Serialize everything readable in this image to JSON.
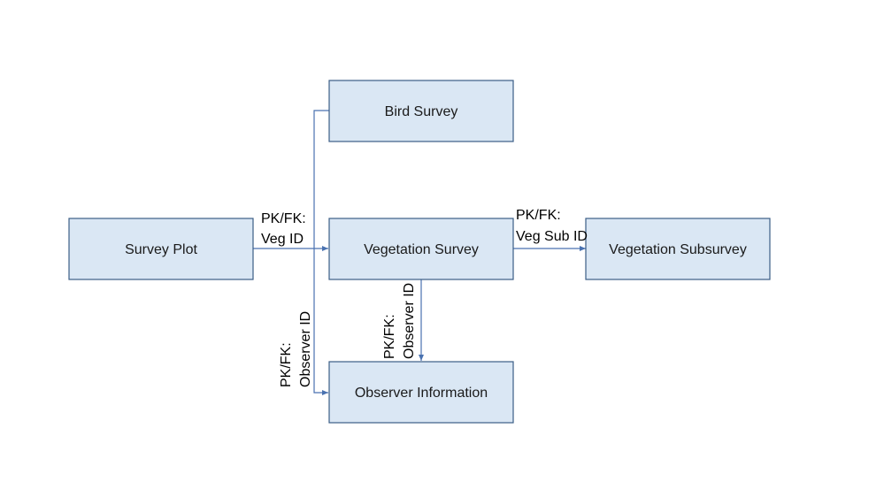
{
  "nodes": {
    "bird_survey": "Bird Survey",
    "survey_plot": "Survey Plot",
    "vegetation_survey": "Vegetation Survey",
    "vegetation_subsurvey": "Vegetation Subsurvey",
    "observer_information": "Observer Information"
  },
  "edges": {
    "plot_to_veg": {
      "line1": "PK/FK:",
      "line2": "Veg ID"
    },
    "veg_to_sub": {
      "line1": "PK/FK:",
      "line2": "Veg Sub ID"
    },
    "veg_to_observer": {
      "line1": "PK/FK:",
      "line2": "Observer ID"
    },
    "bird_to_observer": {
      "line1": "PK/FK:",
      "line2": "Observer ID"
    }
  },
  "colors": {
    "box_fill": "#dae7f4",
    "box_border": "#3b5d86",
    "connector": "#4a72b0"
  }
}
